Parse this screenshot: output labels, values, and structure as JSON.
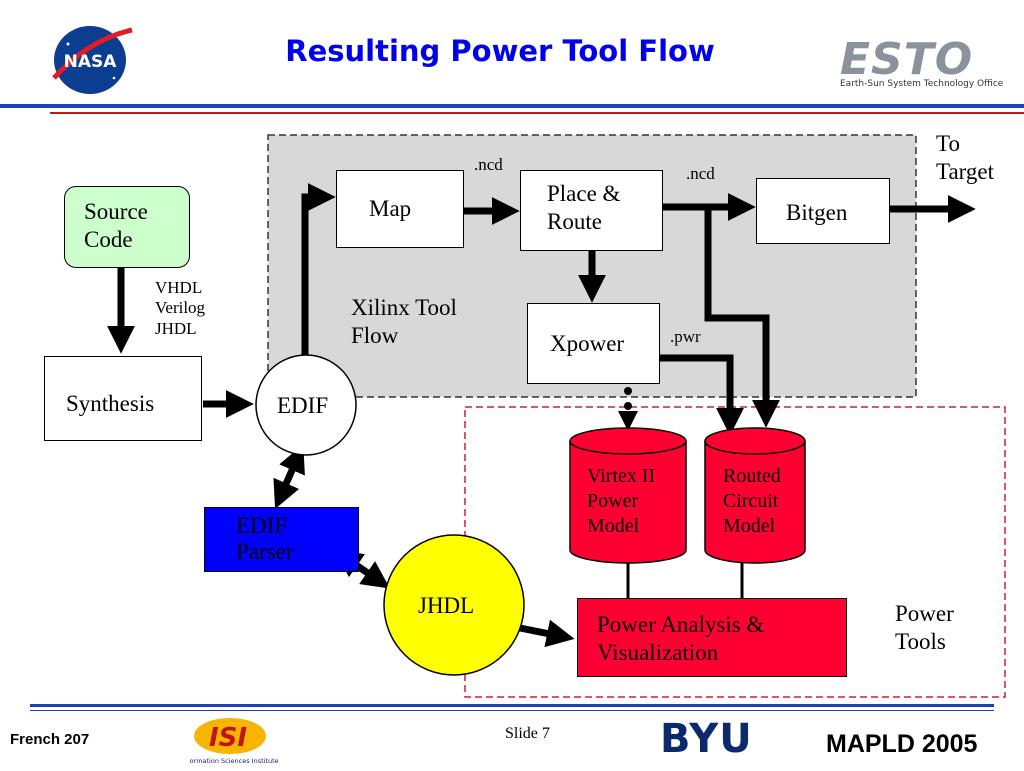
{
  "header": {
    "title": "Resulting Power Tool Flow",
    "nasa_logo_text": "NASA",
    "esto_logo_text": "ESTO",
    "esto_subtitle": "Earth-Sun System Technology Office"
  },
  "diagram": {
    "source_code": "Source\nCode",
    "languages": "VHDL\nVerilog\nJHDL",
    "synthesis": "Synthesis",
    "edif": "EDIF",
    "map": "Map",
    "ncd_1": ".ncd",
    "place_route": "Place &\nRoute",
    "ncd_2": ".ncd",
    "bitgen": "Bitgen",
    "to_target": "To\nTarget",
    "xilinx_flow": "Xilinx Tool\nFlow",
    "xpower": "Xpower",
    "pwr": ".pwr",
    "virtex_model": "Virtex II\nPower\nModel",
    "routed_model": "Routed\nCircuit\nModel",
    "edif_parser": "EDIF\nParser",
    "jhdl": "JHDL",
    "power_analysis": "Power Analysis &\nVisualization",
    "power_tools": "Power\nTools"
  },
  "footer": {
    "left": "French 207",
    "slide": "Slide 7",
    "isi_logo_text": "ISI",
    "isi_logo_subtitle": "Information Sciences Institute",
    "byu_logo_text": "BYU",
    "right": "MAPLD 2005"
  },
  "colors": {
    "title": "#0000ee",
    "source_fill": "#ccffcc",
    "parser_fill": "#0000ff",
    "jhdl_fill": "#ffff00",
    "power_fill": "#ff0033",
    "xilinx_region": "#d8d8d8",
    "rule_blue": "#1f3fbf",
    "rule_red": "#cc1111"
  }
}
